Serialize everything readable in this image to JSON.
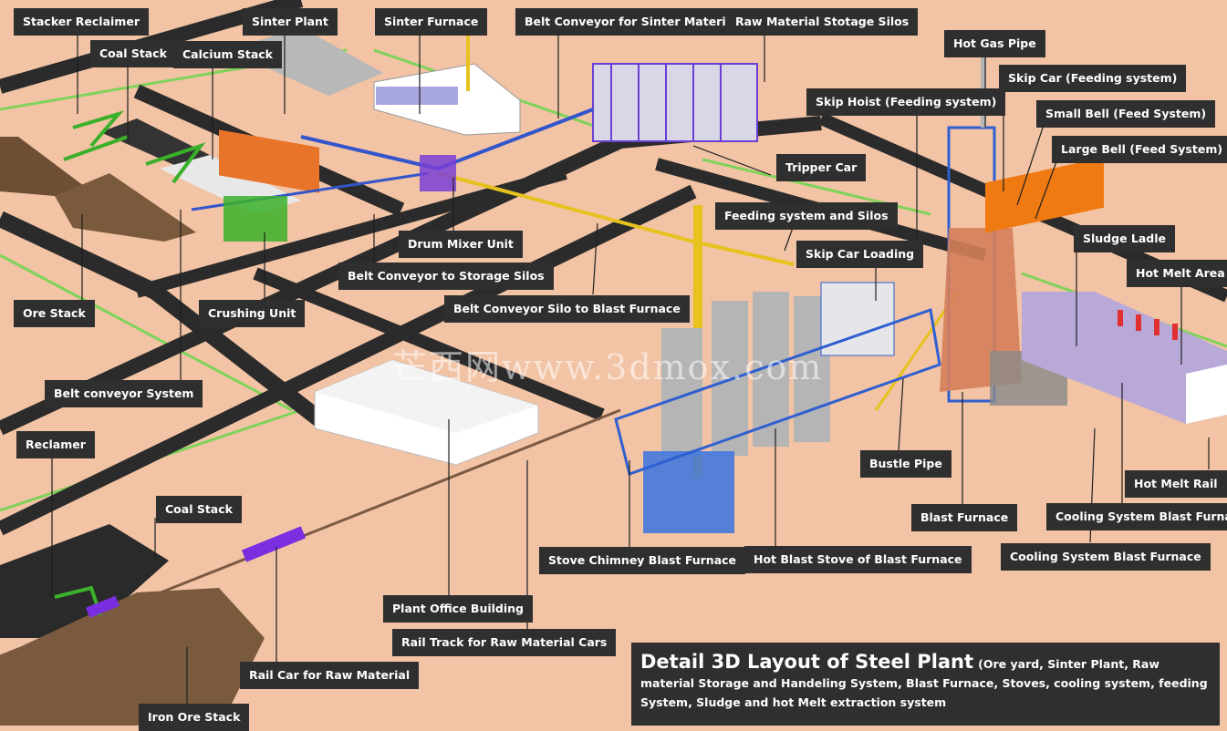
{
  "labels": {
    "stacker_reclaimer": "Stacker Reclaimer",
    "coal_stack_top": "Coal Stack",
    "calcium_stack": "Calcium Stack",
    "sinter_plant": "Sinter Plant",
    "sinter_furnace": "Sinter Furnace",
    "belt_conveyor_sinter": "Belt Conveyor for Sinter Material",
    "raw_material_silos": "Raw Material Stotage Silos",
    "hot_gas_pipe": "Hot Gas Pipe",
    "skip_car_feeding": "Skip Car (Feeding system)",
    "skip_hoist": "Skip Hoist (Feeding system)",
    "small_bell": "Small Bell (Feed System)",
    "large_bell": "Large Bell (Feed System)",
    "tripper_car": "Tripper Car",
    "feeding_system_silos": "Feeding system and Silos",
    "skip_car_loading": "Skip Car Loading",
    "sludge_ladle": "Sludge Ladle",
    "drum_mixer": "Drum Mixer Unit",
    "belt_conveyor_storage": "Belt Conveyor to Storage Silos",
    "belt_conveyor_silo_bf": "Belt Conveyor Silo to Blast Furnace",
    "hot_melt_area": "Hot Melt Area",
    "ore_stack": "Ore Stack",
    "crushing_unit": "Crushing Unit",
    "belt_conveyor_system": "Belt conveyor System",
    "reclamer": "Reclamer",
    "coal_stack_bottom": "Coal Stack",
    "bustle_pipe": "Bustle Pipe",
    "hot_melt_rail": "Hot Melt Rail",
    "blast_furnace": "Blast Furnace",
    "cooling_system_1": "Cooling System Blast Furnace",
    "stove_chimney": "Stove Chimney Blast Furnace",
    "hot_blast_stove": "Hot Blast Stove of Blast Furnace",
    "cooling_system_2": "Cooling System Blast Furnace",
    "plant_office": "Plant Office Building",
    "rail_track": "Rail Track for Raw Material Cars",
    "rail_car": "Rail Car for Raw Material",
    "iron_ore_stack": "Iron Ore Stack"
  },
  "title": {
    "main": "Detail 3D Layout of Steel Plant",
    "sub": "(Ore yard, Sinter Plant, Raw material Storage and Handeling System, Blast Furnace, Stoves, cooling system, feeding System, Sludge and hot Melt extraction system"
  },
  "watermark": "芒西网www.3dmox.com",
  "colors": {
    "ground": "#f2c3a4",
    "road": "#2b2b2b",
    "label_bg": "#2f2f2f",
    "conveyor": "#e6c21f",
    "structure_blue": "#2f5fd0",
    "cooling_orange": "#f07a12",
    "reclaimer_green": "#3bb02a",
    "stack_brown": "#7a5a3c",
    "coal_black": "#2a2a2a"
  }
}
